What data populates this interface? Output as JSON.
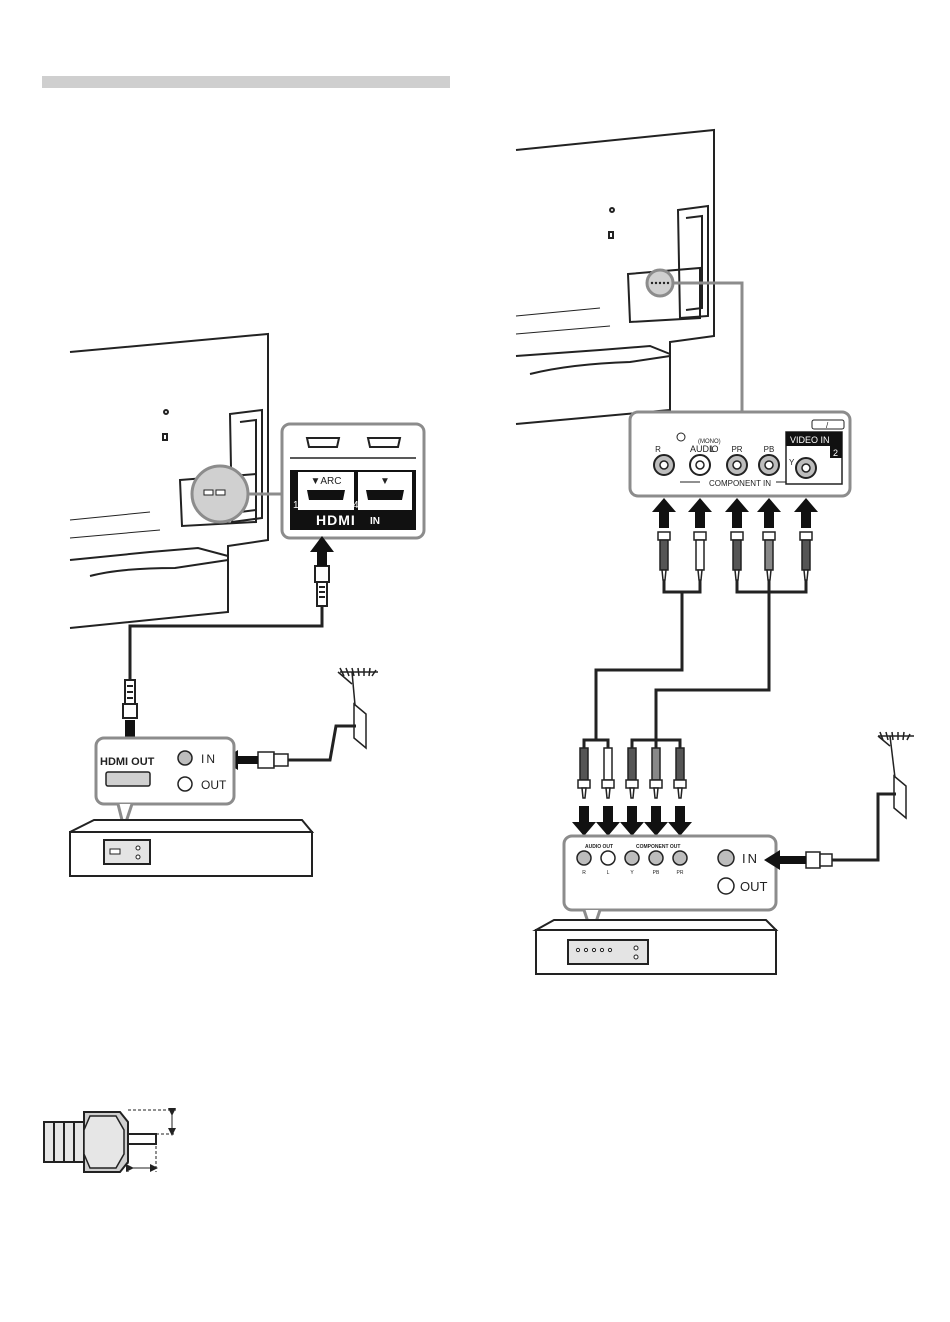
{
  "colors": {
    "ink": "#222222",
    "callout": "#8c8c8c",
    "heading_bar": "#cfcfcf",
    "jack_fill": "#bdbdbd",
    "cable": "#2a2a2a"
  },
  "hdmi_panel": {
    "arc_label": "▼ARC",
    "port2_arrow": "▼",
    "port1_number": "1",
    "port4_number": "4",
    "logo": "HDMI",
    "in_label": "IN"
  },
  "hdmi_device": {
    "hdmi_out_label": "HDMI OUT",
    "in_label": "IN",
    "out_label": "OUT"
  },
  "component_panel": {
    "r_label": "R",
    "audio_label": "AUDIO",
    "l_label": "L",
    "mono_label": "(MONO)",
    "pr_label": "PR",
    "pb_label": "PB",
    "video_in_label": "VIDEO IN",
    "video_in_number": "2",
    "y_label": "Y",
    "component_in_label": "COMPONENT IN",
    "input_symbol": "/"
  },
  "component_device": {
    "audio_out_label": "AUDIO OUT",
    "component_out_label": "COMPONENT OUT",
    "jack_labels": [
      "R",
      "L",
      "Y",
      "PB",
      "PR"
    ],
    "in_label": "IN",
    "out_label": "OUT"
  }
}
